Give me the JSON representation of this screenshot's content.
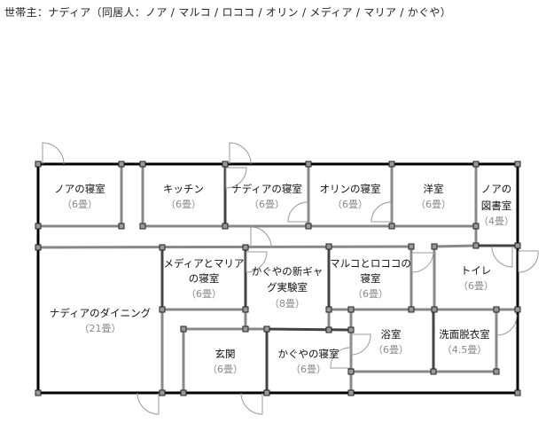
{
  "header": {
    "householder": "世帯主：ナディア（同居人：ノア / マルコ / ロココ / オリン / メディア / マリア / かぐや）"
  },
  "colors": {
    "exterior_wall": "#000000",
    "interior_wall": "#888888",
    "door": "#999999",
    "area_text": "#888888"
  },
  "rooms": {
    "noa_bedroom": {
      "name": "ノアの寝室",
      "area": "（6畳）"
    },
    "kitchen": {
      "name": "キッチン",
      "area": "（6畳）"
    },
    "nadia_bedroom": {
      "name": "ナディアの寝室",
      "area": "（6畳）"
    },
    "orin_bedroom": {
      "name": "オリンの寝室",
      "area": "（6畳）"
    },
    "western_room": {
      "name": "洋室",
      "area": "（6畳）"
    },
    "noa_library": {
      "name_line1": "ノアの",
      "name_line2": "図書室",
      "area": "（4畳）"
    },
    "media_maria_bedroom": {
      "name_line1": "メディアとマリア",
      "name_line2": "の寝室",
      "area": "（6畳）"
    },
    "kaguya_lab": {
      "name_line1": "かぐやの新ギャ",
      "name_line2": "グ実験室",
      "area": "（8畳）"
    },
    "marco_rococo_bedroom": {
      "name_line1": "マルコとロココの",
      "name_line2": "寝室",
      "area": "（6畳）"
    },
    "toilet": {
      "name": "トイレ",
      "area": "（6畳）"
    },
    "nadia_dining": {
      "name": "ナディアのダイニング",
      "area": "（21畳）"
    },
    "entrance": {
      "name": "玄関",
      "area": "（6畳）"
    },
    "kaguya_bedroom": {
      "name": "かぐやの寝室",
      "area": "（6畳）"
    },
    "bathroom": {
      "name": "浴室",
      "area": "（6畳）"
    },
    "dressing_room": {
      "name": "洗面脱衣室",
      "area": "（4.5畳）"
    }
  }
}
